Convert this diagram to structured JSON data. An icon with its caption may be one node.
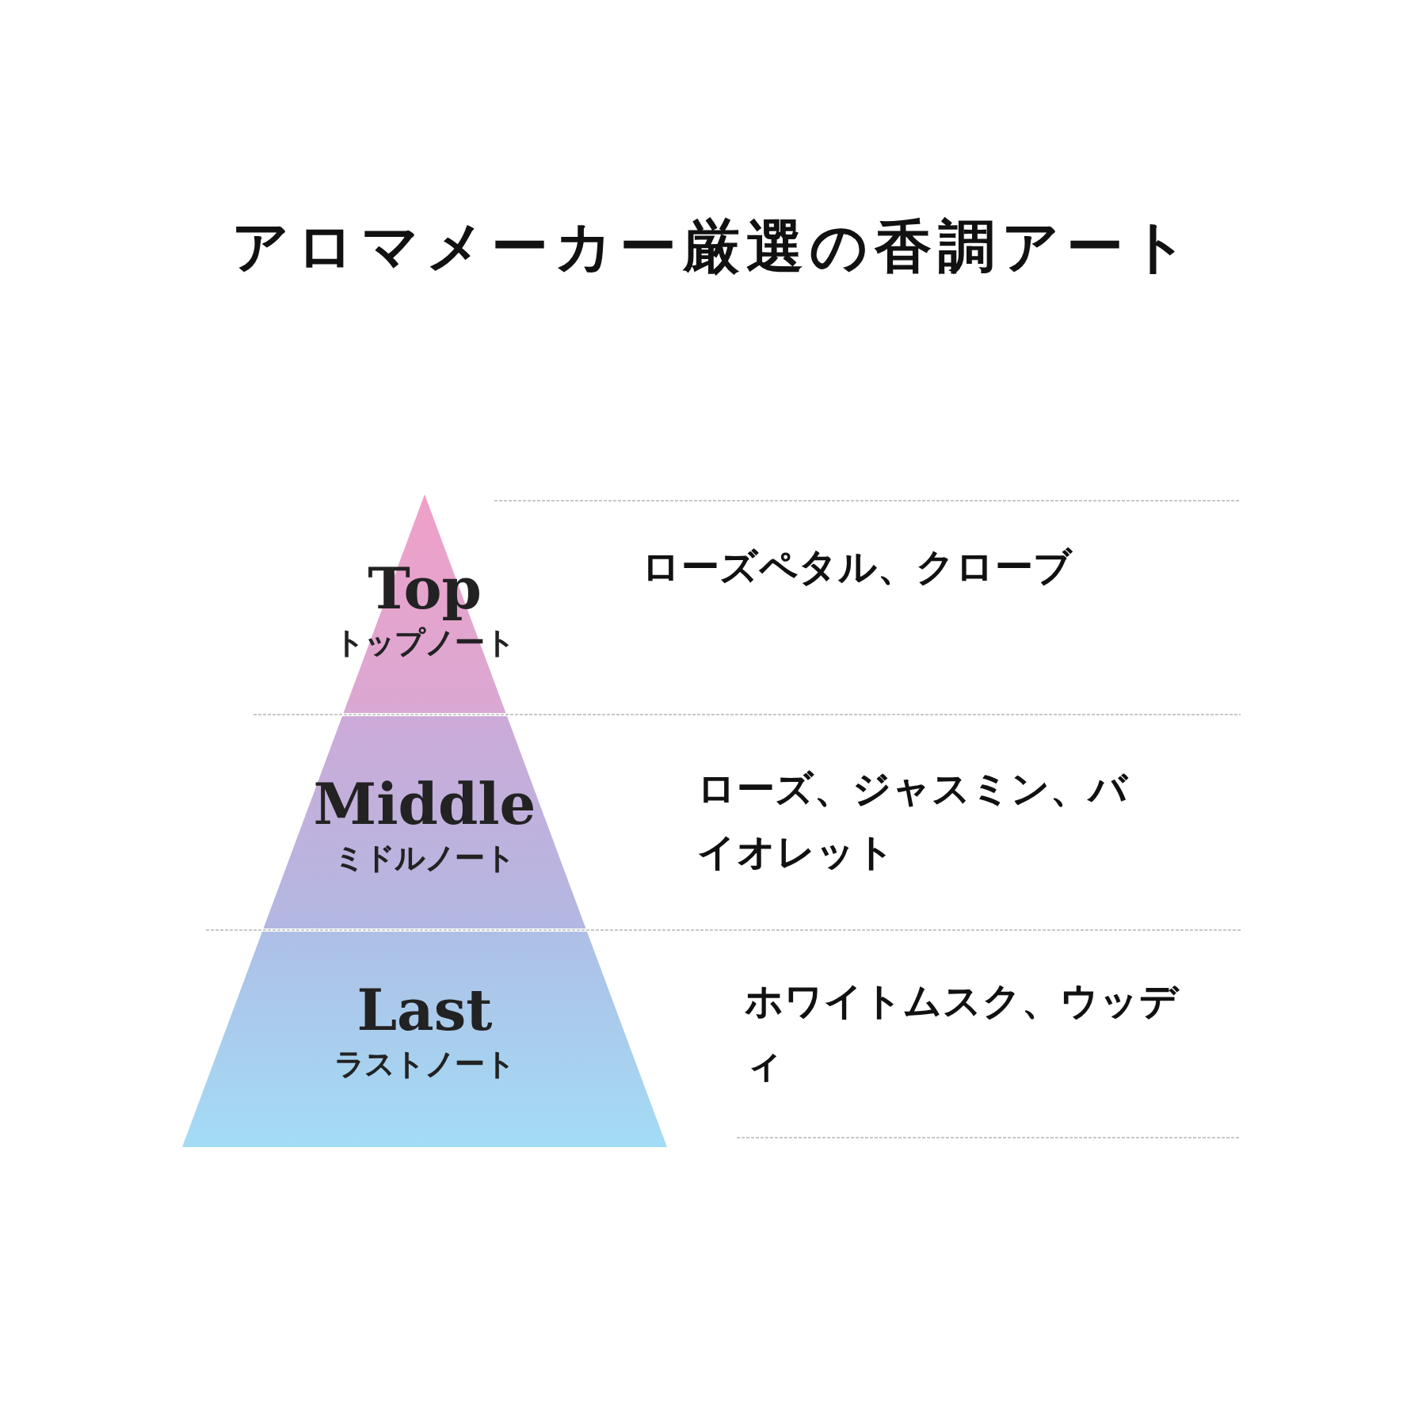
{
  "diagram": {
    "title": "アロマメーカー厳選の香調アート",
    "nodes": [
      {
        "text": [
          "Top",
          "トップノート"
        ],
        "beside": [
          "ローズペタル、クローブ"
        ]
      },
      {
        "text": [
          "Middle",
          "ミドルノート"
        ],
        "beside": [
          "ローズ、ジャスミン、バイオレット"
        ]
      },
      {
        "text": [
          "Last",
          "ラストノート"
        ],
        "beside": [
          "ホワイトムスク、ウッディ"
        ]
      }
    ]
  }
}
